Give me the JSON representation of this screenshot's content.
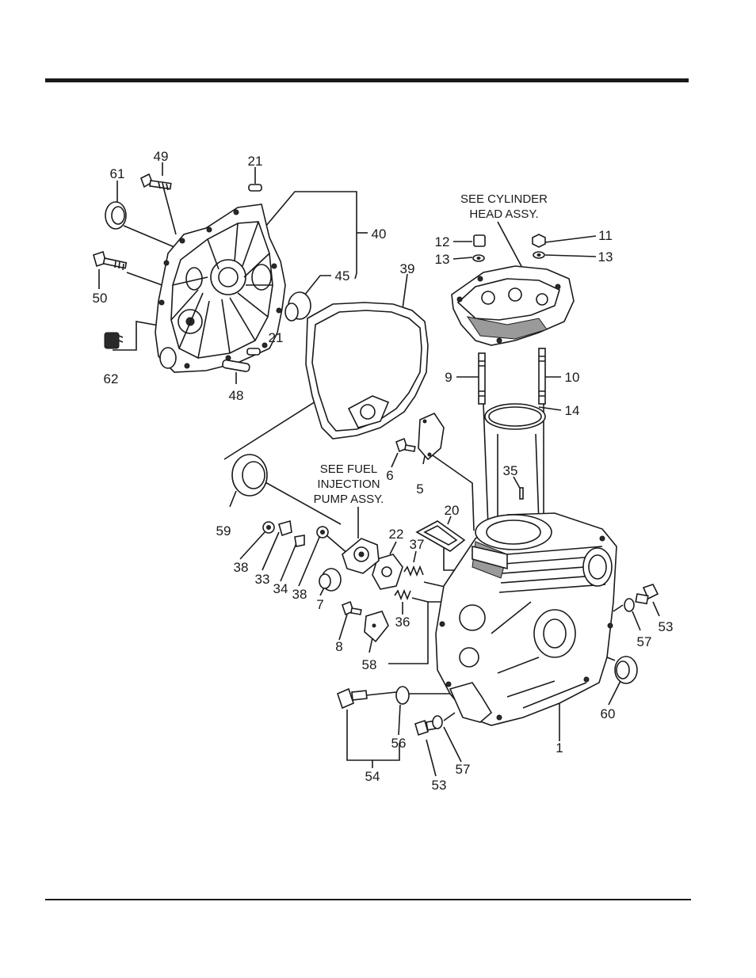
{
  "notes": {
    "cylinder_head": [
      "SEE CYLINDER",
      "HEAD ASSY."
    ],
    "fuel_injection": [
      "SEE FUEL",
      "INJECTION",
      "PUMP ASSY."
    ]
  },
  "callouts": [
    "49",
    "21",
    "61",
    "40",
    "45",
    "39",
    "50",
    "21",
    "62",
    "48",
    "12",
    "11",
    "13",
    "13",
    "9",
    "10",
    "14",
    "6",
    "5",
    "35",
    "59",
    "20",
    "22",
    "37",
    "38",
    "33",
    "34",
    "38",
    "7",
    "36",
    "8",
    "58",
    "53",
    "57",
    "60",
    "56",
    "57",
    "53",
    "54",
    "1"
  ],
  "colors": {
    "ink": "#1a1a1a",
    "paper": "#ffffff"
  }
}
